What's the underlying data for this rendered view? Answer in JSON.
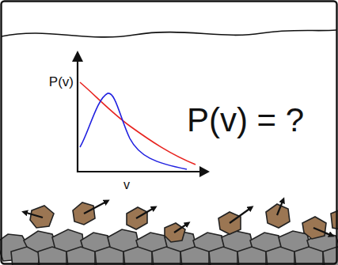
{
  "diagram": {
    "labels": [
      "P(v)",
      "v",
      "P(v) = ?"
    ]
  }
}
